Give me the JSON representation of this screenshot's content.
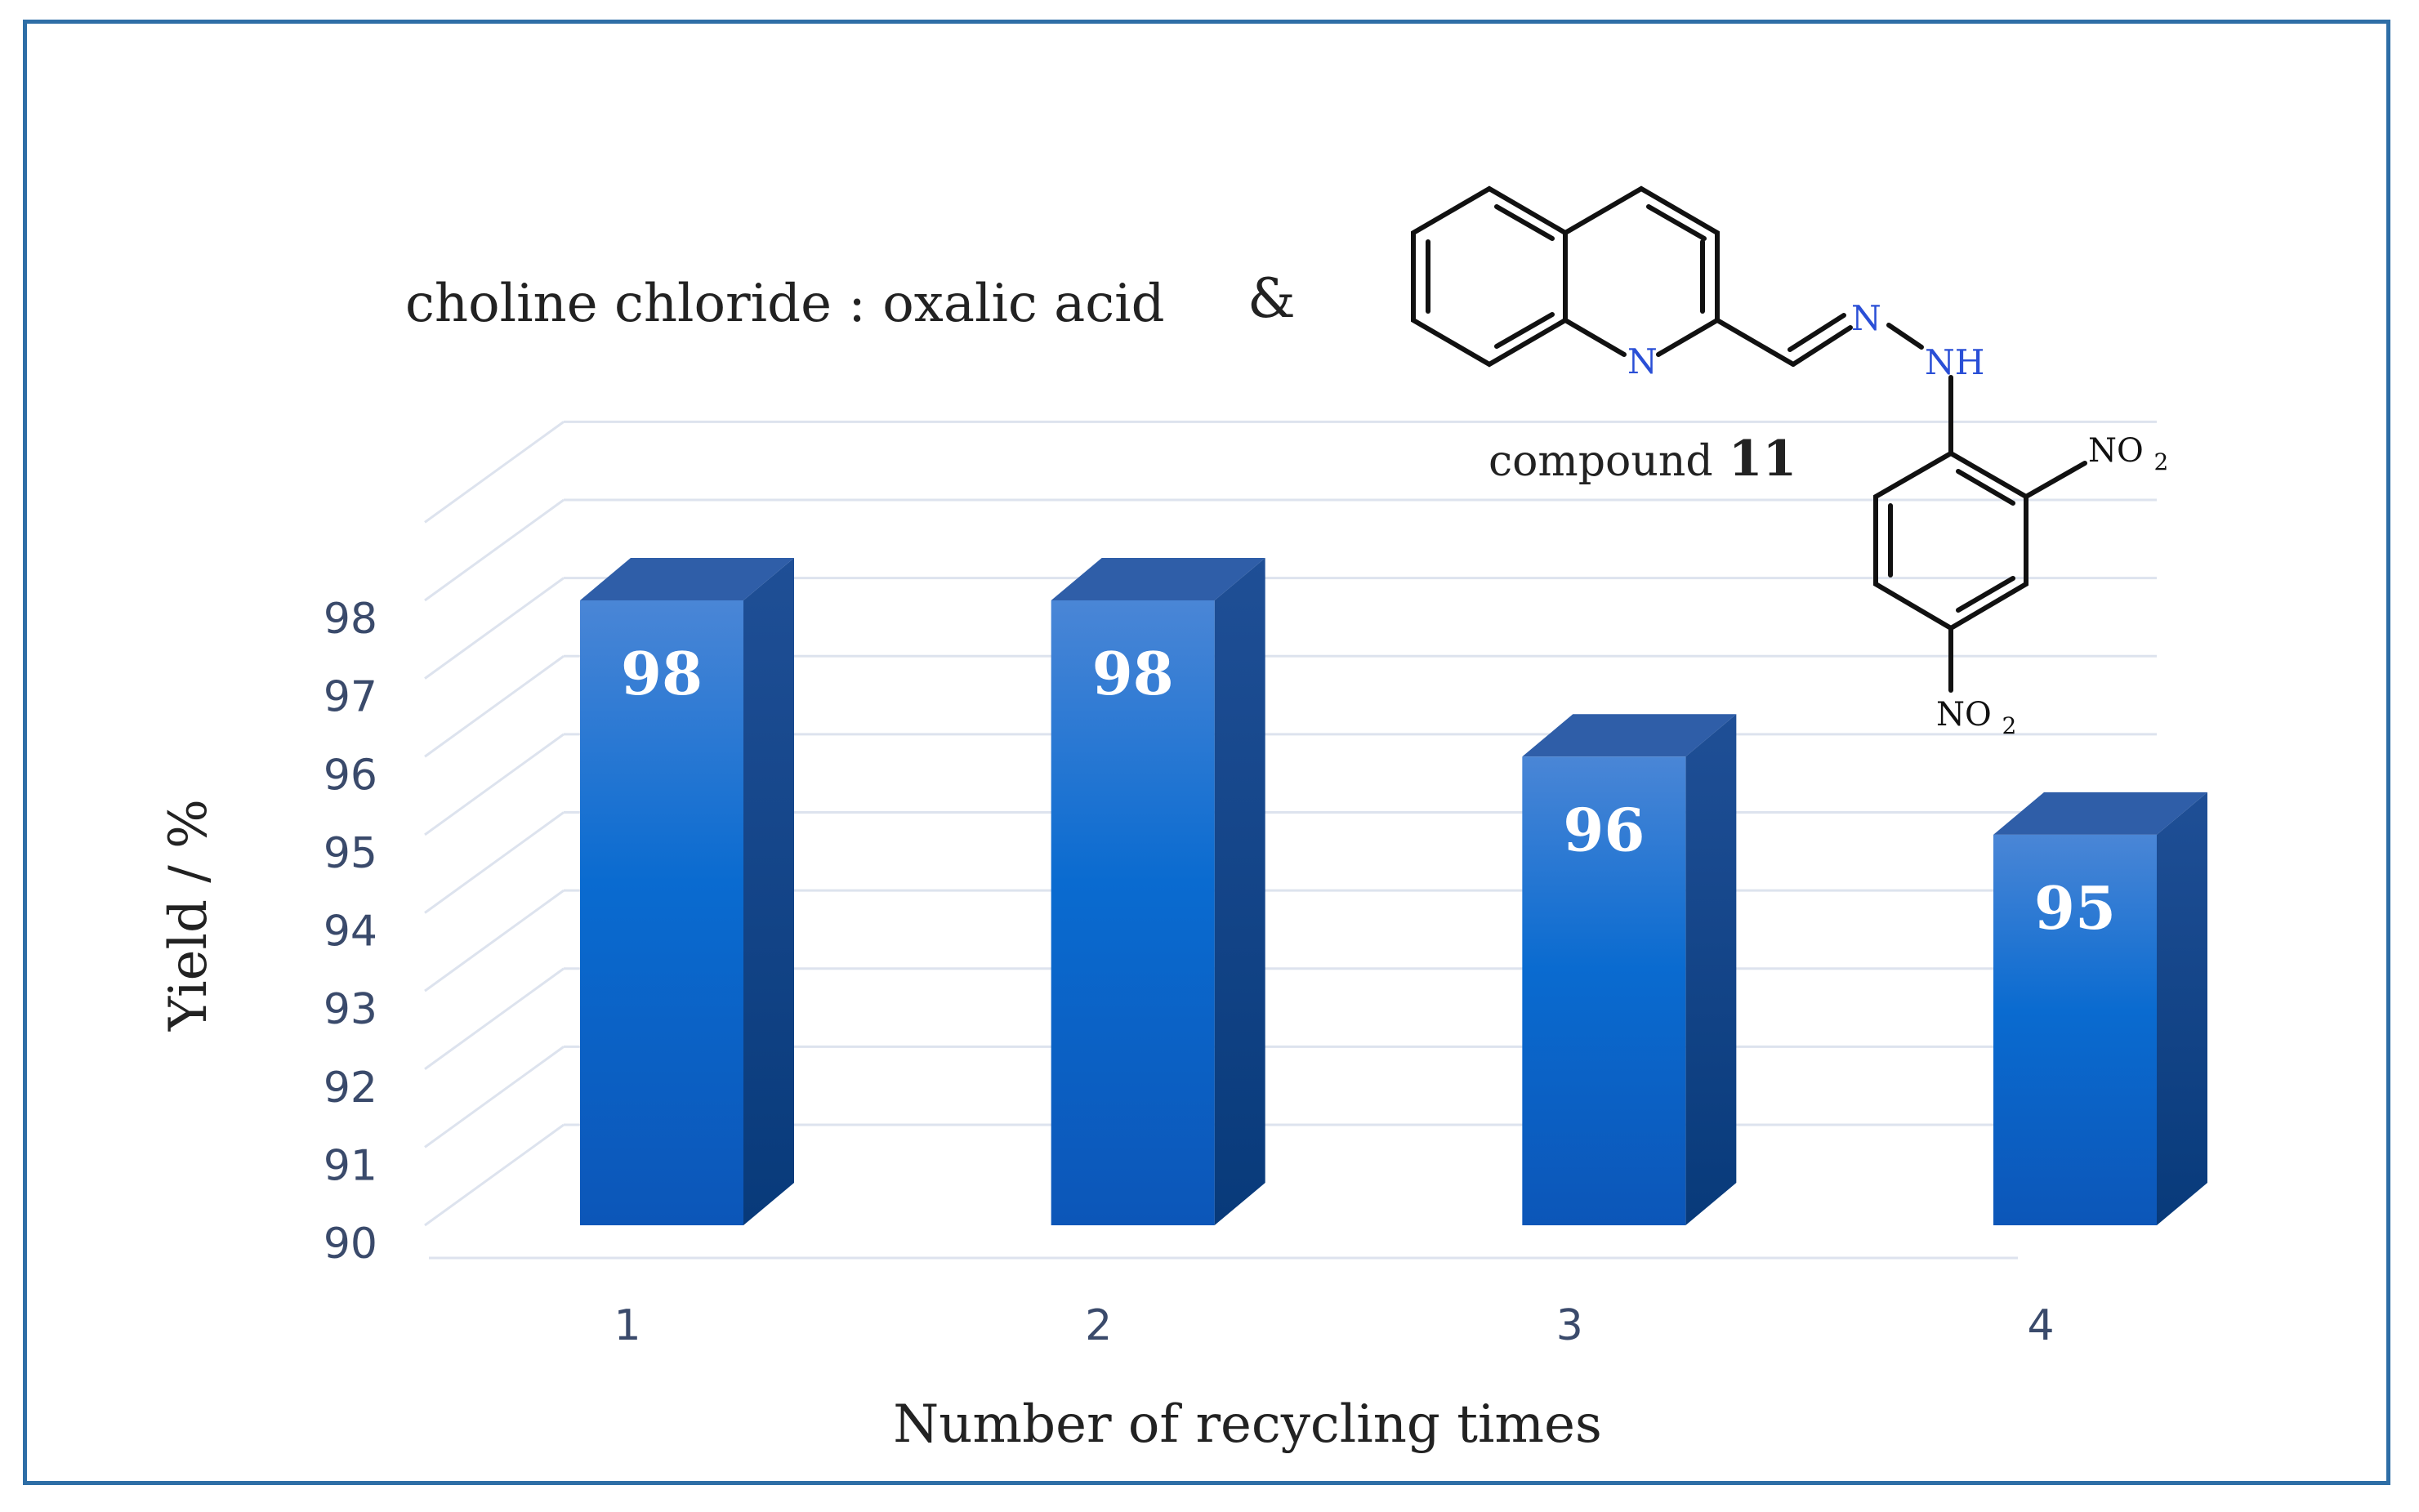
{
  "chart_data": {
    "type": "bar",
    "categories": [
      "1",
      "2",
      "3",
      "4"
    ],
    "values": [
      98,
      98,
      96,
      95
    ],
    "data_labels": [
      "98",
      "98",
      "96",
      "95"
    ],
    "title": "",
    "xlabel": "Number of recycling times",
    "ylabel": "Yield / %",
    "ylim": [
      90,
      98
    ],
    "yticks": [
      "90",
      "91",
      "92",
      "93",
      "94",
      "95",
      "96",
      "97",
      "98"
    ],
    "grid": true,
    "bar_style": "3d",
    "colors": {
      "bar_front_top": "#4a86d6",
      "bar_front_bottom": "#0a5fc4",
      "bar_side": "#0b3f82",
      "bar_top": "#2f5ea8",
      "axis_text": "#3a4a6b",
      "grid": "#dde3ee",
      "atom_label": "#2a4fd6"
    }
  },
  "annotation": {
    "deep_eutectic_solvent": "choline chloride : oxalic acid",
    "ampersand": "&",
    "compound_word": "compound",
    "compound_number": "11"
  },
  "structure_labels": {
    "ring_nitrogen": "N",
    "imine_nitrogen": "N",
    "amine": "NH",
    "nitro_ortho": "NO2",
    "nitro_para": "NO2"
  }
}
